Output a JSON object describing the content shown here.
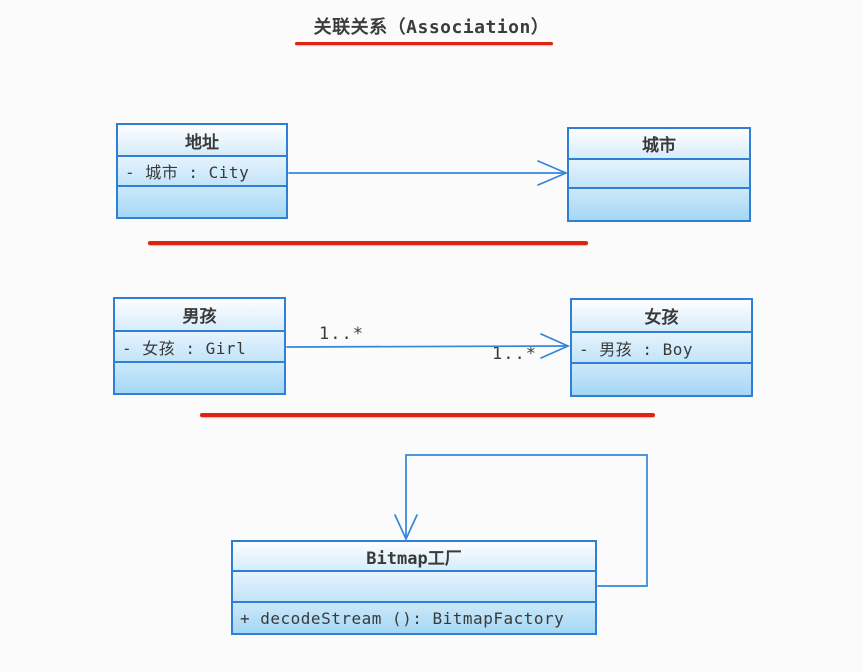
{
  "diagram": {
    "title": "关联关系（Association）",
    "colors": {
      "line_blue": "#3486da",
      "box_border_blue": "#2f80d4",
      "separator_red": "#de2410",
      "text": "#3a3a3a",
      "box_fill_top": "#fdfeff",
      "box_fill_bottom": "#a4d7f5",
      "background": "#fbfbfb"
    }
  },
  "classes": [
    {
      "id": "address",
      "title": "地址",
      "attribute": "- 城市 : City",
      "method": ""
    },
    {
      "id": "city",
      "title": "城市",
      "attribute": "",
      "method": ""
    },
    {
      "id": "boy",
      "title": "男孩",
      "attribute": "- 女孩 : Girl",
      "method": ""
    },
    {
      "id": "girl",
      "title": "女孩",
      "attribute": "- 男孩 : Boy",
      "method": ""
    },
    {
      "id": "bitmap-factory",
      "title": "Bitmap工厂",
      "attribute": "",
      "method": "+ decodeStream (): BitmapFactory"
    }
  ],
  "associations": [
    {
      "from": "address",
      "to": "city",
      "type": "directed"
    },
    {
      "from": "boy",
      "to": "girl",
      "type": "directed",
      "multiplicity_source": "1..*",
      "multiplicity_target": "1..*"
    },
    {
      "from": "bitmap-factory",
      "to": "bitmap-factory",
      "type": "self"
    }
  ]
}
